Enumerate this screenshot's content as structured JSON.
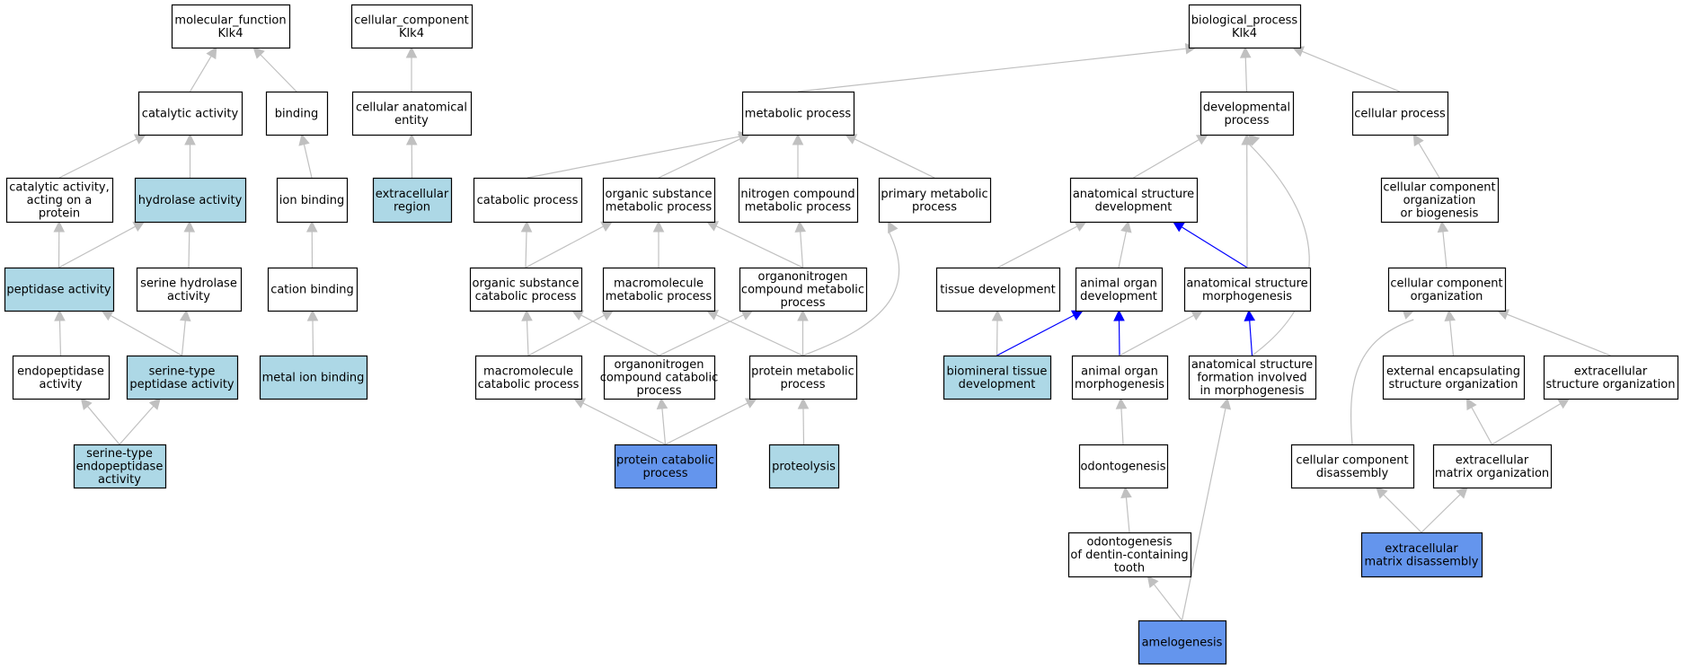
{
  "colors": {
    "node_fill_default": "#ffffff",
    "node_fill_annotated": "#add8e6",
    "node_fill_highlight": "#6495ed",
    "node_border": "#000000",
    "edge_default": "#c0c0c0",
    "edge_highlight": "#0000ff"
  },
  "nodes": [
    {
      "id": "mf_root",
      "lines": [
        "molecular_function",
        "Klk4"
      ],
      "style": "default"
    },
    {
      "id": "cc_root",
      "lines": [
        "cellular_component",
        "Klk4"
      ],
      "style": "default"
    },
    {
      "id": "bp_root",
      "lines": [
        "biological_process",
        "Klk4"
      ],
      "style": "default"
    },
    {
      "id": "catalytic",
      "lines": [
        "catalytic activity"
      ],
      "style": "default"
    },
    {
      "id": "binding",
      "lines": [
        "binding"
      ],
      "style": "default"
    },
    {
      "id": "cell_anat_entity",
      "lines": [
        "cellular anatomical",
        "entity"
      ],
      "style": "default"
    },
    {
      "id": "metabolic",
      "lines": [
        "metabolic process"
      ],
      "style": "default"
    },
    {
      "id": "developmental",
      "lines": [
        "developmental",
        "process"
      ],
      "style": "default"
    },
    {
      "id": "cellular_process",
      "lines": [
        "cellular process"
      ],
      "style": "default"
    },
    {
      "id": "cat_on_protein",
      "lines": [
        "catalytic activity,",
        "acting on a",
        "protein"
      ],
      "style": "default"
    },
    {
      "id": "hydrolase",
      "lines": [
        "hydrolase activity"
      ],
      "style": "annotated"
    },
    {
      "id": "ion_binding",
      "lines": [
        "ion binding"
      ],
      "style": "default"
    },
    {
      "id": "extracellular_region",
      "lines": [
        "extracellular",
        "region"
      ],
      "style": "annotated"
    },
    {
      "id": "catabolic",
      "lines": [
        "catabolic process"
      ],
      "style": "default"
    },
    {
      "id": "org_subst_metab",
      "lines": [
        "organic substance",
        "metabolic process"
      ],
      "style": "default"
    },
    {
      "id": "nitrogen_metab",
      "lines": [
        "nitrogen compound",
        "metabolic process"
      ],
      "style": "default"
    },
    {
      "id": "primary_metab",
      "lines": [
        "primary metabolic",
        "process"
      ],
      "style": "default"
    },
    {
      "id": "anat_struct_dev",
      "lines": [
        "anatomical structure",
        "development"
      ],
      "style": "default"
    },
    {
      "id": "cc_org_biogenesis",
      "lines": [
        "cellular component",
        "organization",
        "or biogenesis"
      ],
      "style": "default"
    },
    {
      "id": "peptidase",
      "lines": [
        "peptidase activity"
      ],
      "style": "annotated"
    },
    {
      "id": "serine_hydrolase",
      "lines": [
        "serine hydrolase",
        "activity"
      ],
      "style": "default"
    },
    {
      "id": "cation_binding",
      "lines": [
        "cation binding"
      ],
      "style": "default"
    },
    {
      "id": "org_subst_catab",
      "lines": [
        "organic substance",
        "catabolic process"
      ],
      "style": "default"
    },
    {
      "id": "macromol_metab",
      "lines": [
        "macromolecule",
        "metabolic process"
      ],
      "style": "default"
    },
    {
      "id": "organonitrogen_metab",
      "lines": [
        "organonitrogen",
        "compound metabolic",
        "process"
      ],
      "style": "default"
    },
    {
      "id": "tissue_dev",
      "lines": [
        "tissue development"
      ],
      "style": "default"
    },
    {
      "id": "animal_organ_dev",
      "lines": [
        "animal organ",
        "development"
      ],
      "style": "default"
    },
    {
      "id": "anat_struct_morph",
      "lines": [
        "anatomical structure",
        "morphogenesis"
      ],
      "style": "default"
    },
    {
      "id": "cc_org",
      "lines": [
        "cellular component",
        "organization"
      ],
      "style": "default"
    },
    {
      "id": "endopeptidase",
      "lines": [
        "endopeptidase",
        "activity"
      ],
      "style": "default"
    },
    {
      "id": "serine_peptidase",
      "lines": [
        "serine-type",
        "peptidase activity"
      ],
      "style": "annotated"
    },
    {
      "id": "metal_ion_binding",
      "lines": [
        "metal ion binding"
      ],
      "style": "annotated"
    },
    {
      "id": "macromol_catab",
      "lines": [
        "macromolecule",
        "catabolic process"
      ],
      "style": "default"
    },
    {
      "id": "organonitrogen_catab",
      "lines": [
        "organonitrogen",
        "compound catabolic",
        "process"
      ],
      "style": "default"
    },
    {
      "id": "protein_metab",
      "lines": [
        "protein metabolic",
        "process"
      ],
      "style": "default"
    },
    {
      "id": "biomineral",
      "lines": [
        "biomineral tissue",
        "development"
      ],
      "style": "annotated"
    },
    {
      "id": "animal_organ_morph",
      "lines": [
        "animal organ",
        "morphogenesis"
      ],
      "style": "default"
    },
    {
      "id": "anat_struct_formation",
      "lines": [
        "anatomical structure",
        "formation involved",
        "in morphogenesis"
      ],
      "style": "default"
    },
    {
      "id": "ext_encaps",
      "lines": [
        "external encapsulating",
        "structure organization"
      ],
      "style": "default"
    },
    {
      "id": "extracellular_struct_org",
      "lines": [
        "extracellular",
        "structure organization"
      ],
      "style": "default"
    },
    {
      "id": "serine_endopeptidase",
      "lines": [
        "serine-type",
        "endopeptidase",
        "activity"
      ],
      "style": "annotated"
    },
    {
      "id": "protein_catabolic",
      "lines": [
        "protein catabolic",
        "process"
      ],
      "style": "highlight"
    },
    {
      "id": "proteolysis",
      "lines": [
        "proteolysis"
      ],
      "style": "annotated"
    },
    {
      "id": "odontogenesis",
      "lines": [
        "odontogenesis"
      ],
      "style": "default"
    },
    {
      "id": "cc_disassembly",
      "lines": [
        "cellular component",
        "disassembly"
      ],
      "style": "default"
    },
    {
      "id": "ecm_org",
      "lines": [
        "extracellular",
        "matrix organization"
      ],
      "style": "default"
    },
    {
      "id": "odontogenesis_dentin",
      "lines": [
        "odontogenesis",
        "of dentin-containing",
        "tooth"
      ],
      "style": "default"
    },
    {
      "id": "ecm_disassembly",
      "lines": [
        "extracellular",
        "matrix disassembly"
      ],
      "style": "highlight"
    },
    {
      "id": "amelogenesis",
      "lines": [
        "amelogenesis"
      ],
      "style": "highlight"
    }
  ],
  "edges": [
    {
      "from": "catalytic",
      "to": "mf_root"
    },
    {
      "from": "binding",
      "to": "mf_root"
    },
    {
      "from": "cell_anat_entity",
      "to": "cc_root"
    },
    {
      "from": "metabolic",
      "to": "bp_root"
    },
    {
      "from": "developmental",
      "to": "bp_root"
    },
    {
      "from": "cellular_process",
      "to": "bp_root"
    },
    {
      "from": "cat_on_protein",
      "to": "catalytic"
    },
    {
      "from": "hydrolase",
      "to": "catalytic"
    },
    {
      "from": "ion_binding",
      "to": "binding"
    },
    {
      "from": "extracellular_region",
      "to": "cell_anat_entity"
    },
    {
      "from": "catabolic",
      "to": "metabolic"
    },
    {
      "from": "org_subst_metab",
      "to": "metabolic"
    },
    {
      "from": "nitrogen_metab",
      "to": "metabolic"
    },
    {
      "from": "primary_metab",
      "to": "metabolic"
    },
    {
      "from": "anat_struct_dev",
      "to": "developmental"
    },
    {
      "from": "anat_struct_morph",
      "to": "developmental"
    },
    {
      "from": "anat_struct_formation",
      "to": "developmental",
      "curve": true
    },
    {
      "from": "cc_org_biogenesis",
      "to": "cellular_process"
    },
    {
      "from": "peptidase",
      "to": "cat_on_protein"
    },
    {
      "from": "peptidase",
      "to": "hydrolase"
    },
    {
      "from": "serine_hydrolase",
      "to": "hydrolase"
    },
    {
      "from": "cation_binding",
      "to": "ion_binding"
    },
    {
      "from": "org_subst_catab",
      "to": "catabolic"
    },
    {
      "from": "org_subst_catab",
      "to": "org_subst_metab"
    },
    {
      "from": "macromol_metab",
      "to": "org_subst_metab"
    },
    {
      "from": "organonitrogen_metab",
      "to": "org_subst_metab"
    },
    {
      "from": "organonitrogen_metab",
      "to": "nitrogen_metab"
    },
    {
      "from": "tissue_dev",
      "to": "anat_struct_dev"
    },
    {
      "from": "animal_organ_dev",
      "to": "anat_struct_dev"
    },
    {
      "from": "anat_struct_morph",
      "to": "anat_struct_dev",
      "highlight": true
    },
    {
      "from": "cc_org",
      "to": "cc_org_biogenesis"
    },
    {
      "from": "endopeptidase",
      "to": "peptidase"
    },
    {
      "from": "serine_peptidase",
      "to": "peptidase"
    },
    {
      "from": "serine_peptidase",
      "to": "serine_hydrolase"
    },
    {
      "from": "metal_ion_binding",
      "to": "cation_binding"
    },
    {
      "from": "macromol_catab",
      "to": "org_subst_catab"
    },
    {
      "from": "macromol_catab",
      "to": "macromol_metab"
    },
    {
      "from": "organonitrogen_catab",
      "to": "org_subst_catab"
    },
    {
      "from": "organonitrogen_catab",
      "to": "organonitrogen_metab"
    },
    {
      "from": "protein_metab",
      "to": "macromol_metab"
    },
    {
      "from": "protein_metab",
      "to": "organonitrogen_metab"
    },
    {
      "from": "protein_metab",
      "to": "primary_metab",
      "curve": true
    },
    {
      "from": "biomineral",
      "to": "tissue_dev"
    },
    {
      "from": "biomineral",
      "to": "animal_organ_dev",
      "highlight": true
    },
    {
      "from": "animal_organ_morph",
      "to": "animal_organ_dev",
      "highlight": true
    },
    {
      "from": "animal_organ_morph",
      "to": "anat_struct_morph"
    },
    {
      "from": "anat_struct_formation",
      "to": "anat_struct_morph",
      "highlight": true
    },
    {
      "from": "cc_disassembly",
      "to": "cc_org",
      "curve": true
    },
    {
      "from": "ext_encaps",
      "to": "cc_org"
    },
    {
      "from": "extracellular_struct_org",
      "to": "cc_org"
    },
    {
      "from": "serine_endopeptidase",
      "to": "endopeptidase"
    },
    {
      "from": "serine_endopeptidase",
      "to": "serine_peptidase"
    },
    {
      "from": "protein_catabolic",
      "to": "macromol_catab"
    },
    {
      "from": "protein_catabolic",
      "to": "organonitrogen_catab"
    },
    {
      "from": "protein_catabolic",
      "to": "protein_metab"
    },
    {
      "from": "proteolysis",
      "to": "protein_metab"
    },
    {
      "from": "odontogenesis",
      "to": "animal_organ_morph"
    },
    {
      "from": "ecm_org",
      "to": "ext_encaps"
    },
    {
      "from": "ecm_org",
      "to": "extracellular_struct_org"
    },
    {
      "from": "odontogenesis_dentin",
      "to": "odontogenesis"
    },
    {
      "from": "ecm_disassembly",
      "to": "cc_disassembly"
    },
    {
      "from": "ecm_disassembly",
      "to": "ecm_org"
    },
    {
      "from": "amelogenesis",
      "to": "odontogenesis_dentin"
    },
    {
      "from": "amelogenesis",
      "to": "anat_struct_formation"
    }
  ]
}
